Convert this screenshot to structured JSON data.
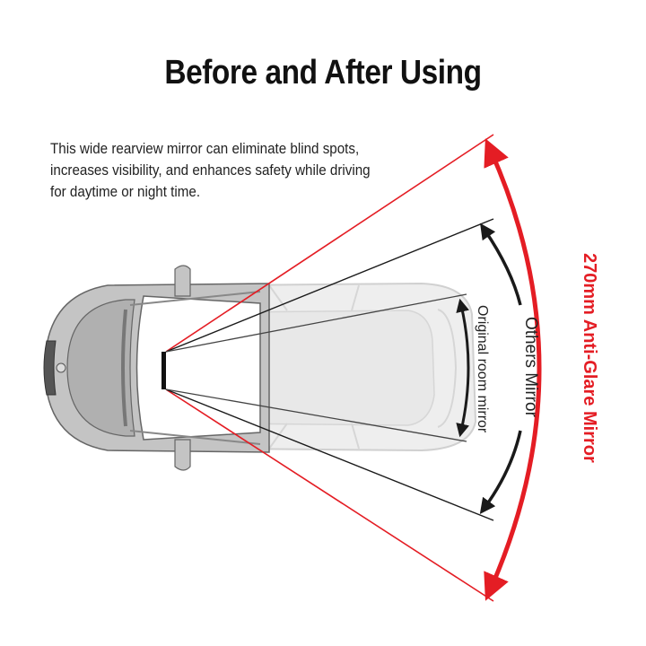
{
  "title": "Before and After Using",
  "description": {
    "lines": [
      "This wide rearview mirror can eliminate blind spots,",
      "increases visibility, and enhances safety while driving",
      "for daytime or night time."
    ]
  },
  "labels": {
    "anti_glare": "270mm Anti-Glare Mirror",
    "others": "Others Mirror",
    "original": "Original room mirror"
  },
  "colors": {
    "accent_red": "#e41d24",
    "line_dark": "#1a1a1a",
    "car_gray": "#b9b9b9",
    "car_light": "#e6e6e6"
  }
}
